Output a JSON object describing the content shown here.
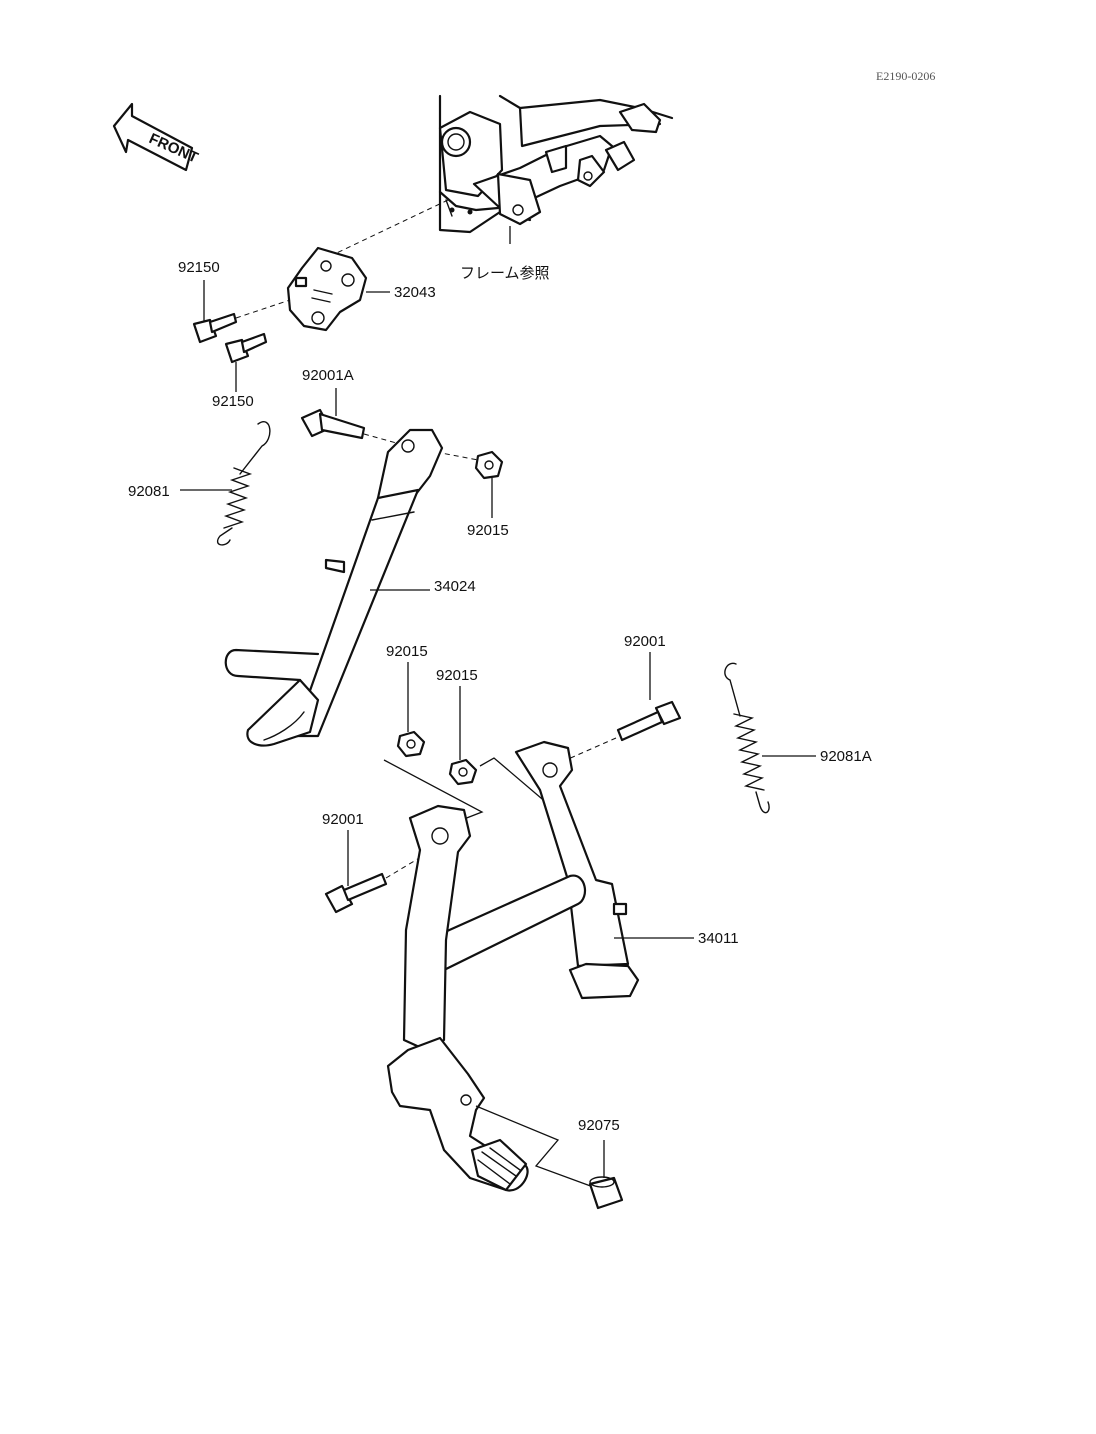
{
  "diagram": {
    "code": "E2190-0206",
    "front_label": "FRONT",
    "frame_ref": "フレーム参照",
    "parts": {
      "p32043": "32043",
      "p92150_top": "92150",
      "p92150_bottom": "92150",
      "p92001A": "92001A",
      "p92081": "92081",
      "p92015_side": "92015",
      "p34024": "34024",
      "p92015_a": "92015",
      "p92015_b": "92015",
      "p92001_right": "92001",
      "p92081A": "92081A",
      "p92001_left": "92001",
      "p34011": "34011",
      "p92075": "92075"
    }
  }
}
